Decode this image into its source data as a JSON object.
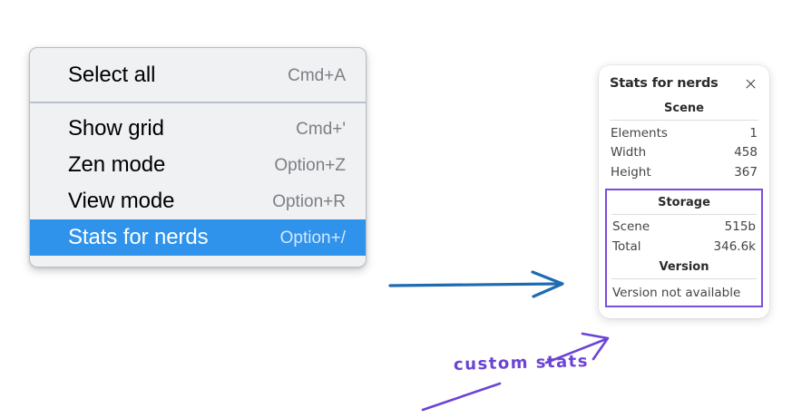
{
  "menu": {
    "groups": [
      {
        "items": [
          {
            "label": "Select all",
            "shortcut": "Cmd+A",
            "selected": false
          }
        ]
      },
      {
        "items": [
          {
            "label": "Show grid",
            "shortcut": "Cmd+'",
            "selected": false
          },
          {
            "label": "Zen mode",
            "shortcut": "Option+Z",
            "selected": false
          },
          {
            "label": "View mode",
            "shortcut": "Option+R",
            "selected": false
          },
          {
            "label": "Stats for nerds",
            "shortcut": "Option+/",
            "selected": true
          }
        ]
      }
    ]
  },
  "stats_panel": {
    "title": "Stats for nerds",
    "close_icon": "close-icon",
    "sections": [
      {
        "title": "Scene",
        "rows": [
          {
            "key": "Elements",
            "value": "1"
          },
          {
            "key": "Width",
            "value": "458"
          },
          {
            "key": "Height",
            "value": "367"
          }
        ]
      },
      {
        "title": "Storage",
        "rows": [
          {
            "key": "Scene",
            "value": "515b"
          },
          {
            "key": "Total",
            "value": "346.6k"
          }
        ]
      },
      {
        "title": "Version",
        "note": "Version not available"
      }
    ]
  },
  "annotations": {
    "handwritten_label": "custom stats",
    "arrow_color_blue": "#1f6bb0",
    "arrow_color_purple": "#6b43d6",
    "highlight_color": "#7b4ddb",
    "menu_selected_color": "#2f93eb"
  }
}
